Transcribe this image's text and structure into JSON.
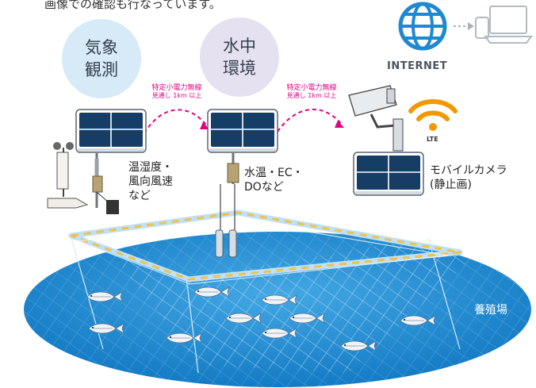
{
  "cut_text": "画像での確認も行なっています。",
  "bubbles": {
    "weather": [
      "気象",
      "観測"
    ],
    "water": [
      "水中",
      "環境"
    ]
  },
  "radio_link": {
    "title": "特定小電力無線",
    "subtitle": "見通し 1km 以上"
  },
  "sensor_labels": {
    "weather": [
      "温湿度・",
      "風向風速",
      "など"
    ],
    "water": [
      "水温・EC・",
      "DOなど"
    ],
    "camera": [
      "モバイルカメラ",
      "(静止画)"
    ]
  },
  "internet_label": "INTERNET",
  "lte_label": "LTE",
  "farm_label": "養殖場",
  "icons": [
    "globe-icon",
    "smartphone-icon",
    "laptop-icon",
    "wifi-icon",
    "security-camera-icon",
    "solar-panel-icon",
    "anemometer-icon",
    "water-sensor-icon",
    "fish-icon"
  ],
  "colors": {
    "panel": "#163d66",
    "bubble_blue": "#d7eaf7",
    "bubble_lavender": "#e6e1f1",
    "radio_magenta": "#e4007f",
    "globe_blue": "#1e88d0",
    "wifi_orange": "#f39800",
    "sea": "#1a8fd6",
    "net": "#cfe8f8",
    "float_dash": "#f0c14b"
  }
}
